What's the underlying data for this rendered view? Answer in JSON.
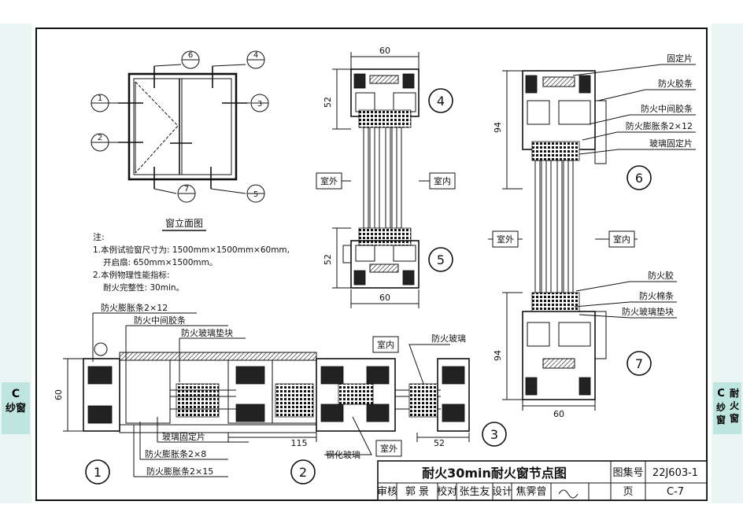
{
  "elevation": {
    "title": "窗立面图",
    "markers": [
      "1",
      "2",
      "3",
      "4",
      "5",
      "6",
      "7"
    ]
  },
  "notes": {
    "heading": "注:",
    "lines": [
      "1.本例试验窗尺寸为: 1500mm×1500mm×60mm,",
      "开启扇: 650mm×1500mm。",
      "2.本例物理性能指标:",
      "耐火完整性: 30min。"
    ]
  },
  "detail45": {
    "top_dim": "60",
    "bottom_dim": "60",
    "upper_height": "52",
    "lower_height": "52",
    "outside": "室外",
    "inside": "室内",
    "marker_top": "4",
    "marker_bottom": "5"
  },
  "detail67": {
    "callouts_top": [
      "固定片",
      "防火胶条",
      "防火中间胶条",
      "防火膨胀条2×12",
      "玻璃固定片"
    ],
    "callouts_bottom": [
      "防火胶",
      "防火棉条",
      "防火玻璃垫块"
    ],
    "upper_height": "94",
    "lower_height": "94",
    "bottom_dim": "60",
    "outside": "室外",
    "inside": "室内",
    "marker_top": "6",
    "marker_bottom": "7"
  },
  "detail_horizontal": {
    "callouts_top": [
      "防火膨胀条2×12",
      "防火中间胶条",
      "防火玻璃垫块"
    ],
    "callouts_bottom": [
      "玻璃固定片",
      "防火膨胀条2×8",
      "防火膨胀条2×15"
    ],
    "left_height": "60",
    "dim_115": "115",
    "dim_52": "52",
    "inside": "室内",
    "glass": "防火玻璃",
    "outside": "室外",
    "tempered": "钢化玻璃",
    "marker_1": "1",
    "marker_2": "2",
    "marker_3": "3"
  },
  "title_block": {
    "title": "耐火30min耐火窗节点图",
    "atlas_label": "图集号",
    "atlas_value": "22J603-1",
    "review_label": "审核",
    "review_name": "郭 景",
    "check_label": "校对",
    "check_name": "张生友",
    "design_label": "设计",
    "design_name": "焦霁曾",
    "page_label": "页",
    "page_value": "C-7"
  },
  "side_tabs": {
    "left": "C 纱窗",
    "right_main": "耐火窗",
    "right_code": "C 纱窗"
  }
}
